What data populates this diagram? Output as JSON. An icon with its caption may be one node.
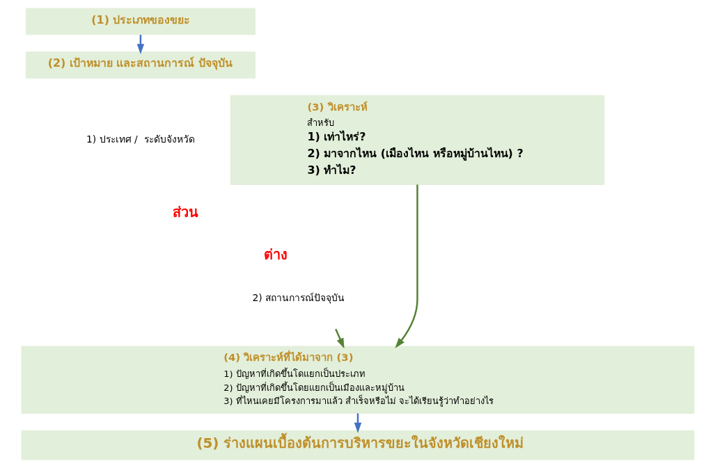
{
  "diagram": {
    "nodes": [
      {
        "text": [
          "(1) ประเภทของขยะ"
        ]
      },
      {
        "text": [
          "(2) เป้าหมาย และสถานการณ์ ปัจจุบัน"
        ]
      },
      {
        "text": [
          "(3) วิเคราะห์",
          "สำหรับ",
          "1) เท่าไหร่?",
          "2) มาจากไหน (เมืองไหน หรือหมู่บ้านไหน) ?",
          "3) ทำไม?"
        ]
      },
      {
        "text": [
          "(4) วิเคราะห์ที่ได้มาจาก (3)",
          "1) ปัญหาที่เกิดขึ้นโดแยกเป็นประเภท",
          "2) ปัญหาที่เกิดขึ้นโดยแยกเป็นเมืองและหมู่บ้าน",
          "3) ที่ไหนเคยมีโครงการมาแล้ว สำเร็จหรือไม่ จะได้เรียนรู้ว่าทำอย่างไร"
        ]
      },
      {
        "text": [
          "(5) ร่างแผนเบื้องต้นการบริหารขยะในจังหวัดเชียงใหม่"
        ]
      }
    ],
    "edges": [
      {
        "from": 0,
        "to": 1,
        "arrow": "to",
        "color": "#4472c4"
      },
      {
        "from": null,
        "to": 3,
        "arrow": "to",
        "color": "#548235"
      },
      {
        "from": 2,
        "to": 3,
        "arrow": "to",
        "color": "#548235"
      },
      {
        "from": 3,
        "to": 4,
        "arrow": "to",
        "color": "#4472c4"
      }
    ],
    "labels": [
      "1) ประเทศ /  ระดับจังหวัด",
      "ส่วน",
      "ต่าง",
      "2) สถานการณ์ปัจจุบัน"
    ]
  }
}
